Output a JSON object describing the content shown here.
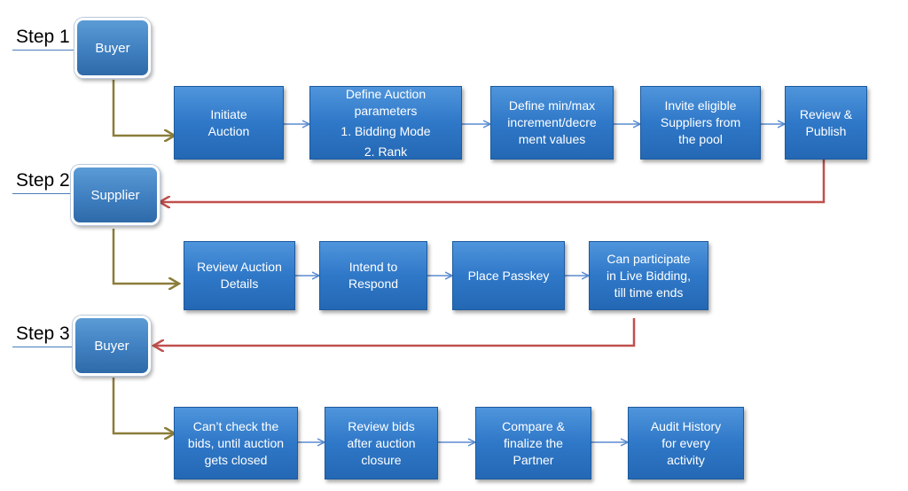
{
  "colors": {
    "actor_fill": "#4a86c6",
    "box_fill": "#2f78c8",
    "flow_arrow": "#5b8bd0",
    "step_connector": "#8b7d3a",
    "return_arrow": "#c0504d"
  },
  "steps": [
    {
      "label": "Step 1",
      "actor": "Buyer",
      "boxes": [
        {
          "lines": [
            "Initiate",
            "Auction"
          ]
        },
        {
          "lines": [
            "Define Auction",
            "parameters",
            "1. Bidding Mode",
            "2. Rank"
          ]
        },
        {
          "lines": [
            "Define min/max",
            "increment/decre",
            "ment values"
          ]
        },
        {
          "lines": [
            "Invite eligible",
            "Suppliers from",
            "the pool"
          ]
        },
        {
          "lines": [
            "Review &",
            "Publish"
          ]
        }
      ]
    },
    {
      "label": "Step 2",
      "actor": "Supplier",
      "boxes": [
        {
          "lines": [
            "Review Auction",
            "Details"
          ]
        },
        {
          "lines": [
            "Intend to",
            "Respond"
          ]
        },
        {
          "lines": [
            "Place Passkey"
          ]
        },
        {
          "lines": [
            "Can participate",
            "in Live Bidding,",
            "till time ends"
          ]
        }
      ]
    },
    {
      "label": "Step 3",
      "actor": "Buyer",
      "boxes": [
        {
          "lines": [
            "Can’t check the",
            "bids, until auction",
            "gets closed"
          ]
        },
        {
          "lines": [
            "Review bids",
            "after auction",
            "closure"
          ]
        },
        {
          "lines": [
            "Compare &",
            "finalize the",
            "Partner"
          ]
        },
        {
          "lines": [
            "Audit History",
            "for every",
            "activity"
          ]
        }
      ]
    }
  ]
}
